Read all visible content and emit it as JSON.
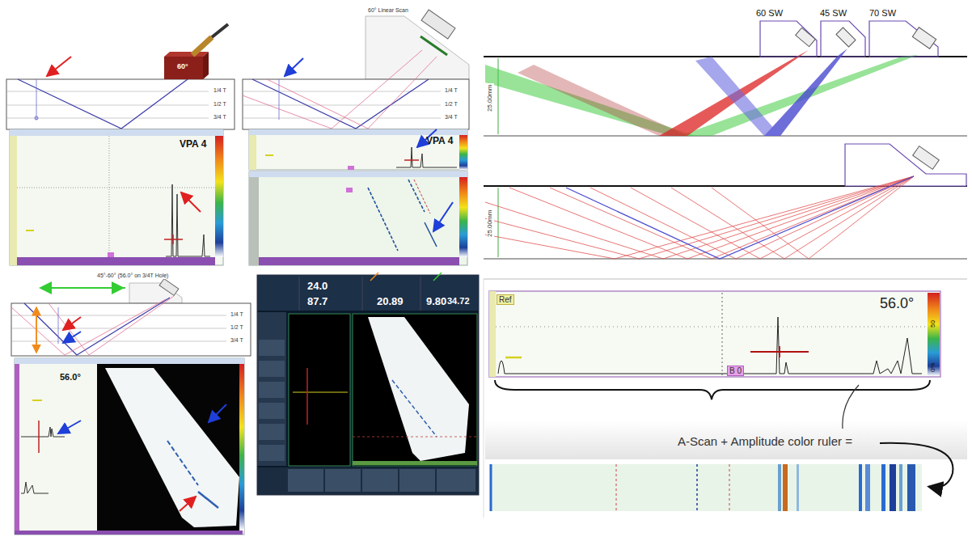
{
  "diagram": {
    "labels": [
      "60°",
      "1/4 T",
      "1/2 T",
      "3/4 T",
      "VPA 4",
      "60° Linear Scan",
      "1/4 T",
      "1/2 T",
      "3/4 T",
      "VPA 4",
      "60 SW",
      "45 SW",
      "70 SW",
      "25.00mm",
      "25.00mm",
      "45°-60° (56.0° on 3/4T Hole)",
      "1/4 T",
      "1/2 T",
      "3/4 T",
      "56.0°",
      "24.0",
      "87.7",
      "20.89",
      "9.80",
      "34.72",
      "Ref",
      "56.0°",
      "B 0",
      "50",
      "0%",
      "A-Scan + Amplitude color ruler ="
    ]
  }
}
